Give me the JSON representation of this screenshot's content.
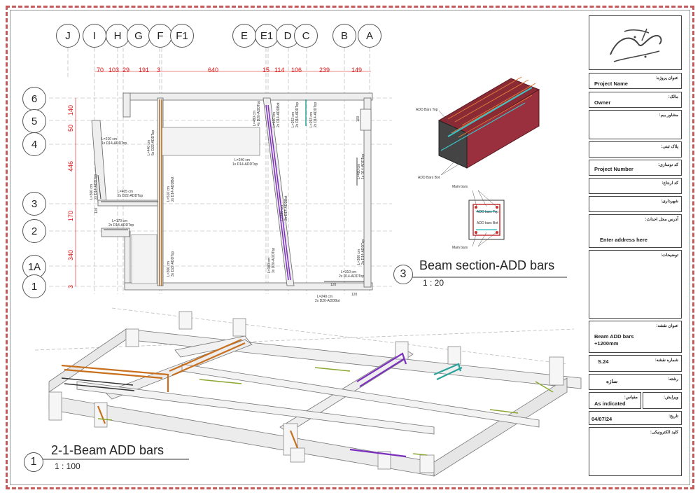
{
  "grid_columns": [
    "J",
    "I",
    "H",
    "G",
    "F",
    "F1",
    "E",
    "E1",
    "D",
    "C",
    "B",
    "A"
  ],
  "column_dims": [
    "70",
    "103",
    "29",
    "191",
    "3",
    "640",
    "15",
    "114",
    "106",
    "239",
    "149"
  ],
  "grid_rows": [
    "6",
    "5",
    "4",
    "3",
    "2",
    "1A",
    "1"
  ],
  "row_dims": [
    "140",
    "50",
    "446",
    "170",
    "340",
    "3"
  ],
  "plan_labels": {
    "l1": "L=210 cm",
    "l1b": "1x D14-ADDTop",
    "l2": "L=300 cm",
    "l2b": "2x D14-ADDTop",
    "l3": "L=405 cm",
    "l3b": "2x D22-ADDTop",
    "l4": "L=170 cm",
    "l4b": "2x D18-ADDTop",
    "l5": "L=240 cm",
    "l5b": "1x D14-ADDTop",
    "l6": "L=310 cm",
    "l6b": "2x D14-ADDTop",
    "l7": "L=240 cm",
    "l7b": "2x D20-ADDBot",
    "dim120a": "120",
    "dim120b": "120",
    "dim120c": "120",
    "dim100": "100",
    "v1": "L=440 cm",
    "v1b": "5x D22-ADDTop",
    "v2": "L=510 cm",
    "v2b": "2x D14-ADDBot",
    "v3": "L=300 cm",
    "v3b": "3x D22-ADDTop",
    "v4": "L=480 cm",
    "v4b": "4x D20-ADDTop",
    "v5": "L=120 cm",
    "v5b": "2x D14-ADDBot",
    "v6": "L=253 cm",
    "v6b": "2x D18-ADDTop",
    "v7": "L=253 cm",
    "v7b": "2x D14-ADDTop",
    "v8": "L=480 cm",
    "v8b": "2x D14-ADDBot",
    "v9": "L=380 cm",
    "v9b": "3x D20-ADDTop",
    "v10": "L=480 cm",
    "v10b": "1x D14-ADDTop",
    "v11": "L=360 cm",
    "v11b": "2x D14-ADDTop"
  },
  "section_labels": {
    "add_top": "ADD Bars Top",
    "add_bot": "ADD Bars Bot",
    "main_bars_top": "Main bars",
    "main_bars_bot": "Main bars",
    "add_bars_top_box": "ADD bars Top",
    "add_bars_bot_box": "ADD bars Bot"
  },
  "views": {
    "section": {
      "number": "3",
      "title": "Beam section-ADD bars",
      "scale": "1 : 20"
    },
    "iso": {
      "number": "1",
      "title": "2-1-Beam ADD bars",
      "scale": "1 : 100"
    }
  },
  "title_block": {
    "project_name_label": "عنوان پروژه:",
    "project_name": "Project Name",
    "owner_label": "مالک:",
    "owner": "Owner",
    "consultant_label": "مشاور بیم:",
    "plate_label": "پلاک ثبتی:",
    "project_number_label": "کد نوسازی:",
    "project_number": "Project Number",
    "code_label": "کد ارجاع:",
    "municipality_label": "شهرداری:",
    "address_label": "آدرس محل احداث:",
    "address": "Enter address here",
    "desc_label": "توضیحات:",
    "sheet_title_label": "عنوان نقشه:",
    "sheet_title_1": "Beam ADD bars",
    "sheet_title_2": "+1200mm",
    "sheet_number_label": "شماره نقشه:",
    "sheet_number": "S.24",
    "discipline_label": "رشته:",
    "discipline": "سازه",
    "revision_label": "ویرایش:",
    "scale_label": "مقیاس:",
    "scale": "As indicated",
    "date_label": "تاریخ:",
    "date": "04/07/24",
    "stamp_label": "کلید الکترونیکی:"
  },
  "colors": {
    "frame": "#c55a5a",
    "dimension": "#dd1111",
    "purple_bar": "#7b2fbe",
    "orange_bar": "#c8701e",
    "green_bar": "#8aa830",
    "teal_bar": "#2aa39a",
    "dark_bar": "#333333"
  }
}
